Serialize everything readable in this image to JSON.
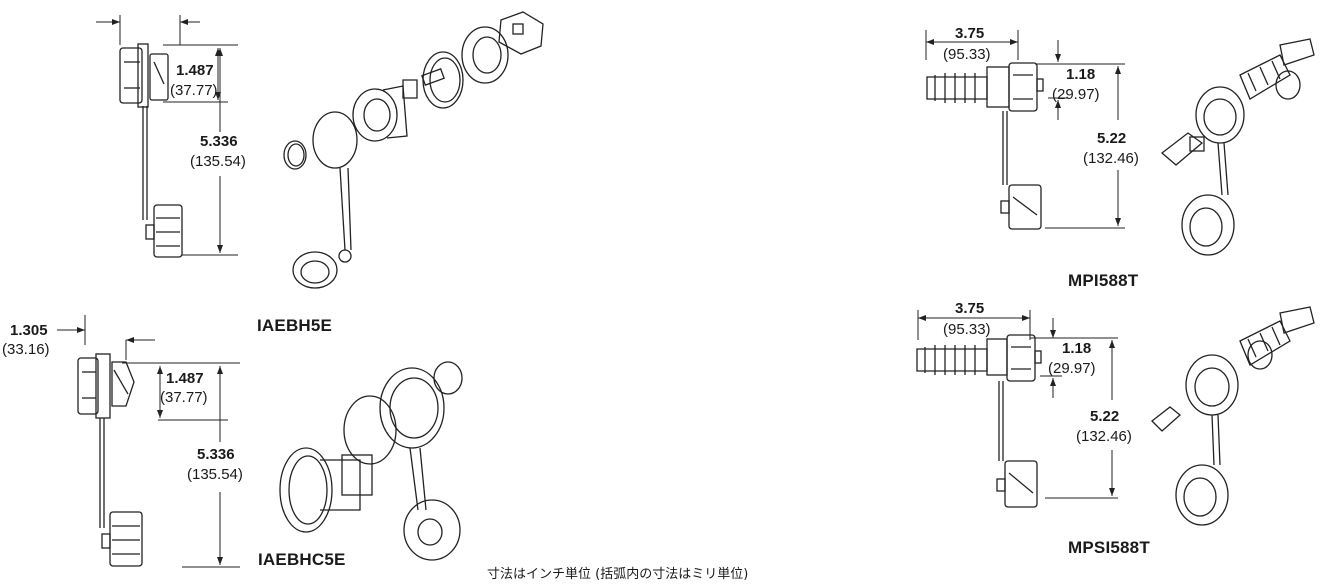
{
  "models": {
    "iaebh5e": "IAEBH5E",
    "iaebhc5e": "IAEBHC5E",
    "mpi588t": "MPI588T",
    "mpsi588t": "MPSI588T"
  },
  "dims": {
    "iaebh5e": {
      "depth_in": "1.487",
      "depth_mm": "(37.77)",
      "height_in": "5.336",
      "height_mm": "(135.54)"
    },
    "iaebhc5e": {
      "width_in": "1.305",
      "width_mm": "(33.16)",
      "depth_in": "1.487",
      "depth_mm": "(37.77)",
      "height_in": "5.336",
      "height_mm": "(135.54)"
    },
    "mpi588t": {
      "length_in": "3.75",
      "length_mm": "(95.33)",
      "depth_in": "1.18",
      "depth_mm": "(29.97)",
      "height_in": "5.22",
      "height_mm": "(132.46)"
    },
    "mpsi588t": {
      "length_in": "3.75",
      "length_mm": "(95.33)",
      "depth_in": "1.18",
      "depth_mm": "(29.97)",
      "height_in": "5.22",
      "height_mm": "(132.46)"
    }
  },
  "footnote": "寸法はインチ単位 (括弧内の寸法はミリ単位)"
}
